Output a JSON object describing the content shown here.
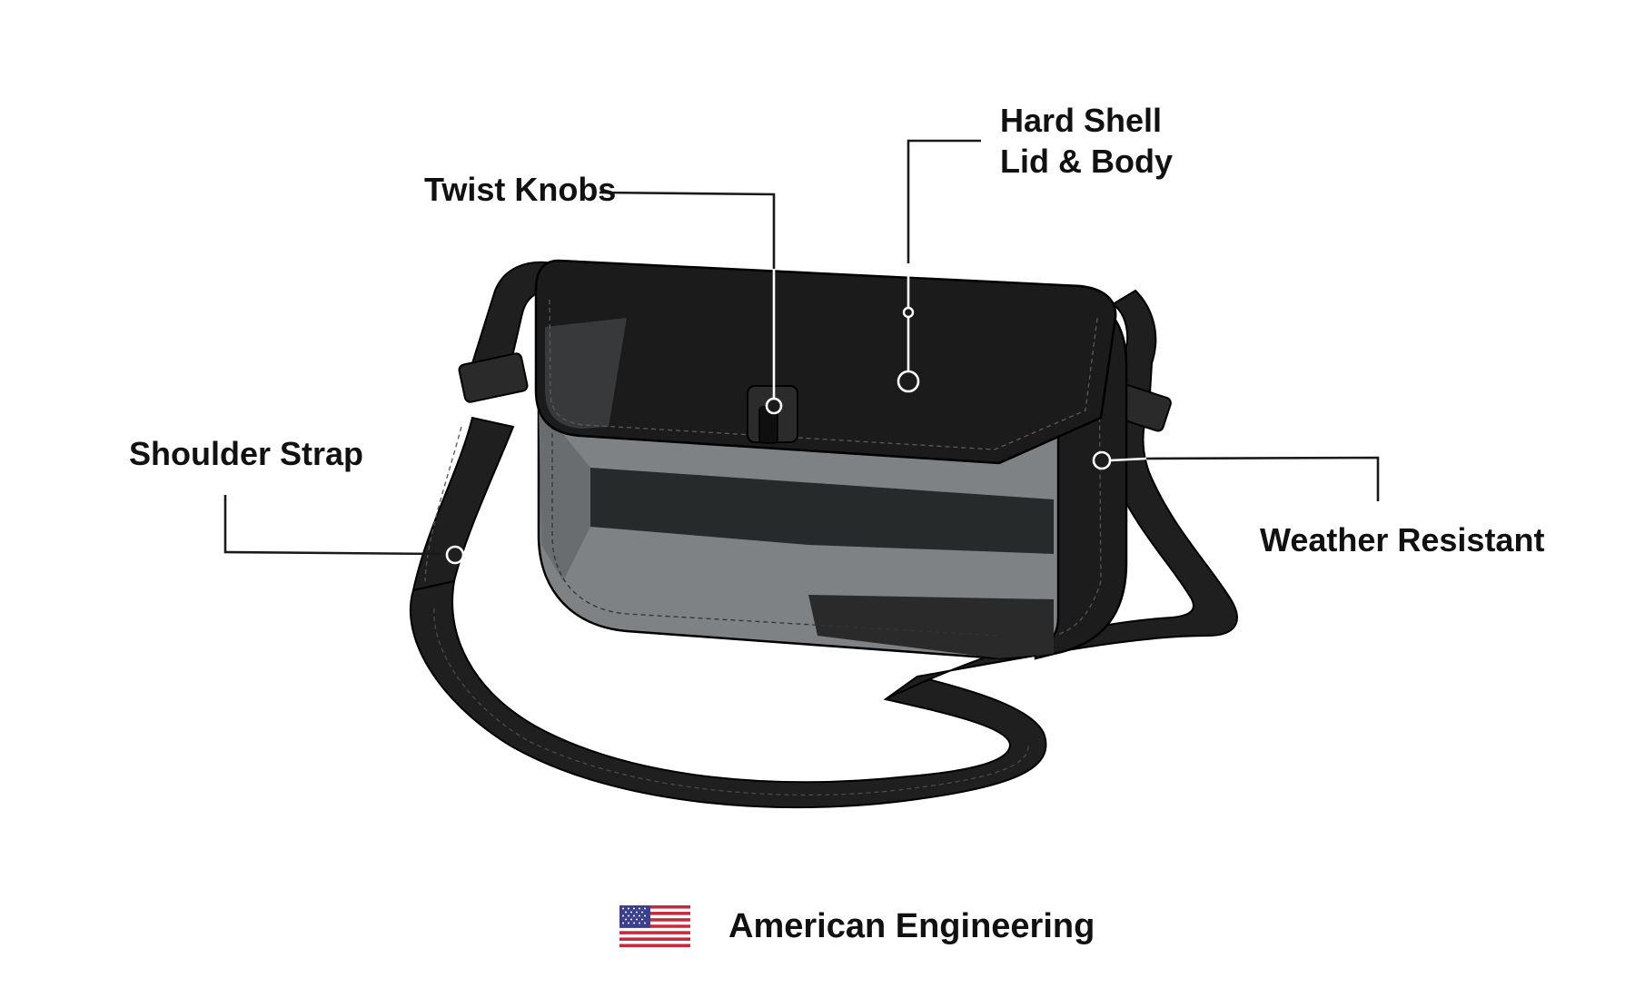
{
  "callouts": {
    "twist_knobs": "Twist Knobs",
    "hard_shell_line1": "Hard Shell",
    "hard_shell_line2": "Lid & Body",
    "shoulder_strap": "Shoulder Strap",
    "weather_resistant": "Weather Resistant"
  },
  "footer": {
    "label": "American Engineering",
    "flag_icon": "us-flag-icon"
  },
  "colors": {
    "bag_dark": "#1b1b1b",
    "bag_window": "#7f8285",
    "bag_window_dark": "#262a2b",
    "text": "#111111",
    "flag_red": "#c8283a",
    "flag_blue": "#3b3f8f"
  }
}
